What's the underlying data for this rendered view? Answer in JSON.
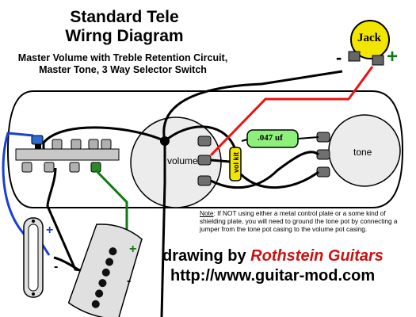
{
  "title_line1": "Standard Tele",
  "title_line2": "Wirng Diagram",
  "subtitle_line1": "Master Volume with Treble Retention Circuit,",
  "subtitle_line2": "Master Tone, 3 Way Selector Switch",
  "jack_label": "Jack",
  "jack_minus": "-",
  "jack_plus": "+",
  "volume_label": "volume",
  "tone_label": "tone",
  "cap_label": ".047 uf",
  "kit_label": "vol kit",
  "note_heading": "Note",
  "note_text": ":  If NOT using either a metal control plate or a some kind of shielding plate, you will need to ground the tone pot by connecting a jumper from the tone pot casing to the volume pot casing.",
  "credit_prefix": "drawing by ",
  "credit_brand": "Rothstein Guitars",
  "credit_url": "http://www.guitar-mod.com",
  "neck_plus": "+",
  "neck_minus": "-",
  "bridge_plus": "+",
  "bridge_minus": "-",
  "colors": {
    "hot_wire": "#ee1111",
    "neck_wire": "#1a3fd6",
    "bridge_wire": "#0f7a12",
    "ground_wire": "#000000",
    "cap_fill": "#8cf07a",
    "kit_fill": "#f2e600",
    "jack_fill": "#f2e600",
    "brand": "#cc1111"
  }
}
